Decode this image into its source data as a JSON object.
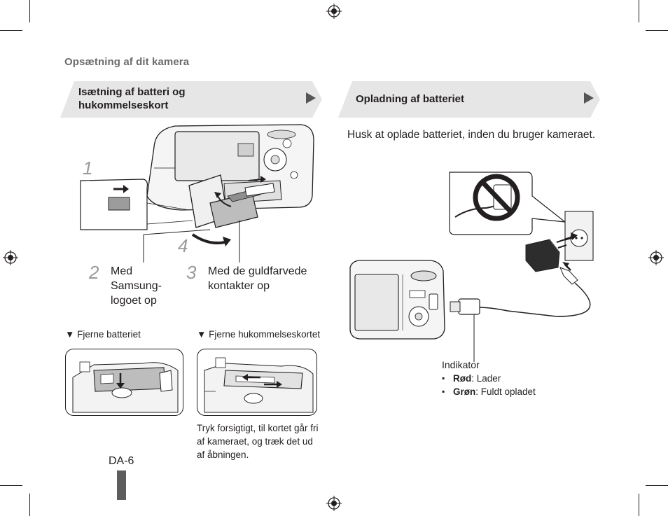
{
  "header": {
    "section_title": "Opsætning af dit kamera"
  },
  "left_banner": {
    "title_line1": "Isætning af batteri og",
    "title_line2": "hukommelseskort"
  },
  "right_banner": {
    "title": "Opladning af batteriet"
  },
  "insertion_figure": {
    "step1_number": "1",
    "step4_number": "4"
  },
  "steps": [
    {
      "number": "2",
      "lines": [
        "Med",
        "Samsung-",
        "logoet op"
      ]
    },
    {
      "number": "3",
      "lines": [
        "Med de guldfarvede",
        "kontakter op"
      ]
    }
  ],
  "removal": {
    "remove_battery_label": "▼ Fjerne batteriet",
    "remove_card_label": "▼ Fjerne hukommelseskortet",
    "card_note_lines": [
      "Tryk forsigtigt, til kortet går fri",
      "af kameraet, og træk det ud",
      "af åbningen."
    ]
  },
  "charging": {
    "reminder": "Husk at oplade batteriet, inden du bruger kameraet.",
    "indicator_title": "Indikator",
    "indicator_items": [
      {
        "color_word": "Rød",
        "meaning": ": Lader"
      },
      {
        "color_word": "Grøn",
        "meaning": ": Fuldt opladet"
      }
    ]
  },
  "footer": {
    "page_number": "DA-6"
  },
  "colors": {
    "banner_fill": "#e6e6e6",
    "arrow": "#555555",
    "tab": "#5d5d5d",
    "step_number": "#9a9a9a",
    "header_text": "#6b6b6b"
  },
  "icons": [
    "registration-mark-icon",
    "camera-illustration",
    "no-outlet-icon",
    "wall-outlet-icon",
    "charger-adapter-icon",
    "usb-cable-icon"
  ]
}
